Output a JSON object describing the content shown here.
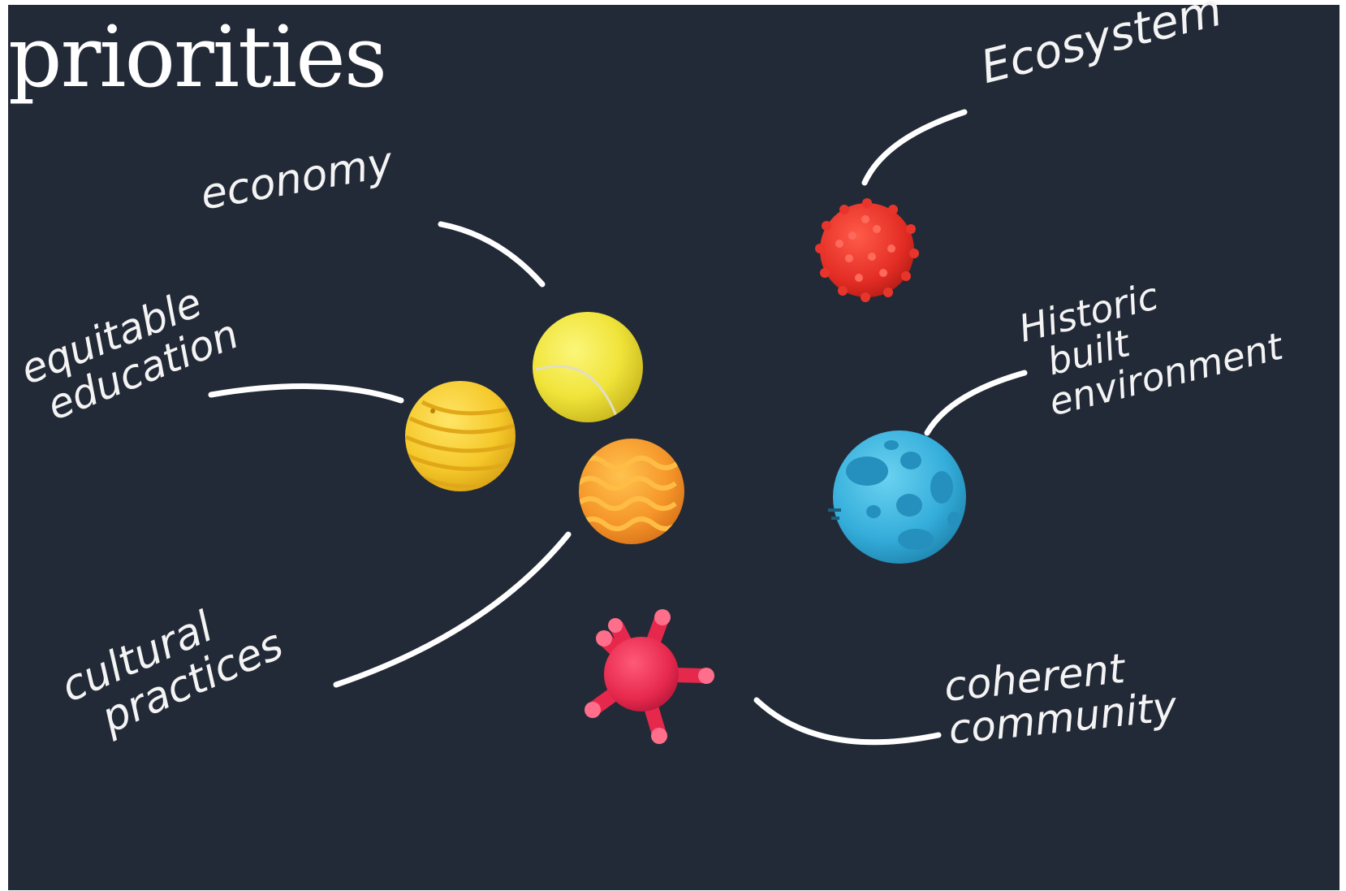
{
  "title": "priorities",
  "labels": {
    "economy": "economy",
    "equitable_education": [
      "equitable",
      "education"
    ],
    "cultural_practices": [
      "cultural",
      "practices"
    ],
    "ecosystem": "Ecosystem",
    "historic_built_environment": [
      "Historic",
      "built",
      "environment"
    ],
    "coherent_community": [
      "coherent",
      "community"
    ]
  },
  "colors": {
    "background": "#232a37",
    "ink": "#ffffff",
    "tennis_ball": "#f0e84a",
    "ridged_ball": "#f5cd2e",
    "wavy_ball": "#f59c2b",
    "spiky_ball": "#e8322a",
    "cratered_ball": "#3ab3dc",
    "knobbed_ball": "#e8294f"
  }
}
